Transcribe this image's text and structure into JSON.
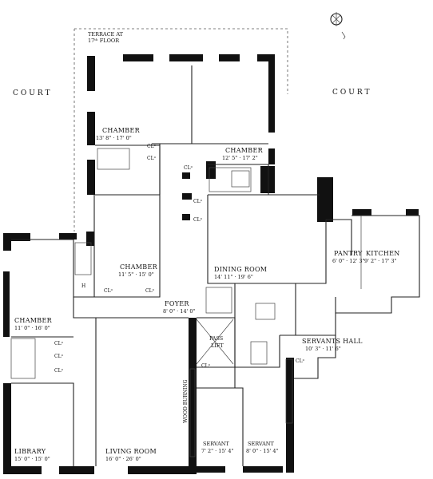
{
  "plan": {
    "terrace": {
      "line1": "TERRACE AT",
      "line2": "17ᵗʰ FLOOR"
    },
    "court_left": "COURT",
    "court_right": "COURT",
    "rooms": [
      {
        "id": "chamber-1",
        "name": "CHAMBER",
        "dims": "13' 8\" · 17' 0\""
      },
      {
        "id": "chamber-2",
        "name": "CHAMBER",
        "dims": "12' 5\" · 17' 2\""
      },
      {
        "id": "chamber-3",
        "name": "CHAMBER",
        "dims": "11' 5\" · 15' 0\""
      },
      {
        "id": "chamber-4",
        "name": "CHAMBER",
        "dims": "11' 0\" · 16' 0\""
      },
      {
        "id": "dining-room",
        "name": "DINING ROOM",
        "dims": "14' 11\" · 19' 6\""
      },
      {
        "id": "pantry",
        "name": "PANTRY",
        "dims": "6' 0\" · 12' 3\""
      },
      {
        "id": "kitchen",
        "name": "KITCHEN",
        "dims": "9' 2\" · 17' 3\""
      },
      {
        "id": "foyer",
        "name": "FOYER",
        "dims": "8' 0\" · 14' 0\""
      },
      {
        "id": "servants-hall",
        "name": "SERVANTS HALL",
        "dims": "10' 3\" · 11' 6\""
      },
      {
        "id": "pass-lift",
        "name": "PASS",
        "dims": "LIFT"
      },
      {
        "id": "library",
        "name": "LIBRARY",
        "dims": "15' 0\" · 15' 0\""
      },
      {
        "id": "living-room",
        "name": "LIVING ROOM",
        "dims": "16' 0\" · 26' 0\""
      },
      {
        "id": "servant-1",
        "name": "SERVANT",
        "dims": "7' 2\" · 15' 4\""
      },
      {
        "id": "servant-2",
        "name": "SERVANT",
        "dims": "8' 0\" · 15' 4\""
      }
    ],
    "closet": "CLᵒ",
    "wood_burning": "WOOD BURNING",
    "small_h": "H"
  }
}
